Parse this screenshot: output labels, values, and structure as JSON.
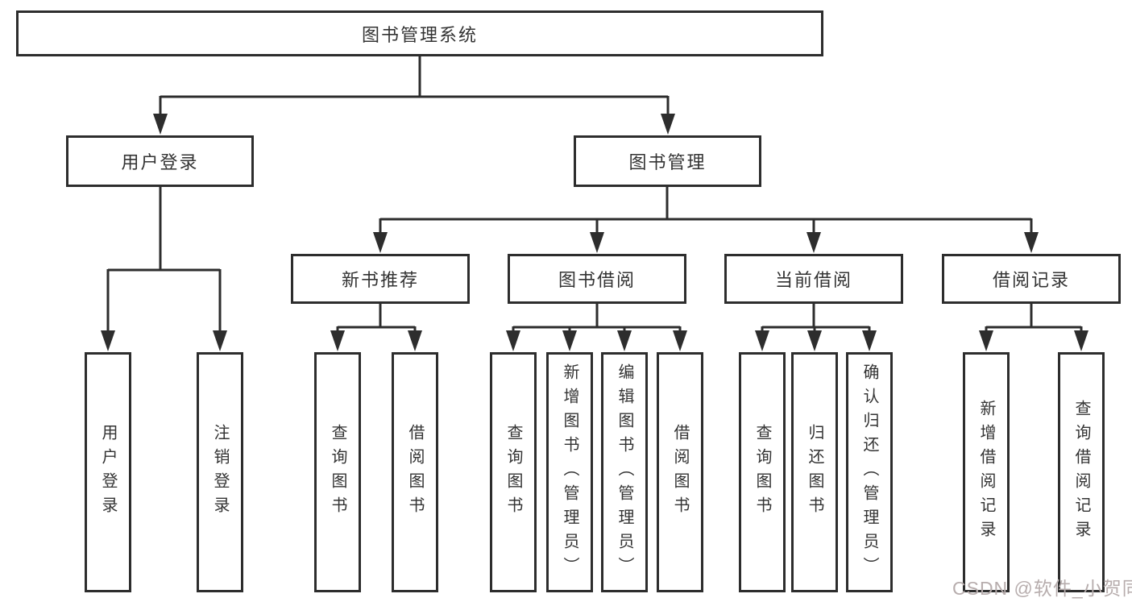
{
  "tree": {
    "label": "图书管理系统",
    "children": [
      {
        "label": "用户登录",
        "children": [
          {
            "label": "用户登录"
          },
          {
            "label": "注销登录"
          }
        ]
      },
      {
        "label": "图书管理",
        "children": [
          {
            "label": "新书推荐",
            "children": [
              {
                "label": "查询图书"
              },
              {
                "label": "借阅图书"
              }
            ]
          },
          {
            "label": "图书借阅",
            "children": [
              {
                "label": "查询图书"
              },
              {
                "label": "新增图书（管理员）"
              },
              {
                "label": "编辑图书（管理员）"
              },
              {
                "label": "借阅图书"
              }
            ]
          },
          {
            "label": "当前借阅",
            "children": [
              {
                "label": "查询图书"
              },
              {
                "label": "归还图书"
              },
              {
                "label": "确认归还（管理员）"
              }
            ]
          },
          {
            "label": "借阅记录",
            "children": [
              {
                "label": "新增借阅记录"
              },
              {
                "label": "查询借阅记录"
              }
            ]
          }
        ]
      }
    ]
  },
  "watermark": {
    "text": "CSDN @软件_小贺同学",
    "color": "#b7adad"
  },
  "colors": {
    "line": "#2d2d2d",
    "text": "#333333",
    "background": "#ffffff"
  }
}
